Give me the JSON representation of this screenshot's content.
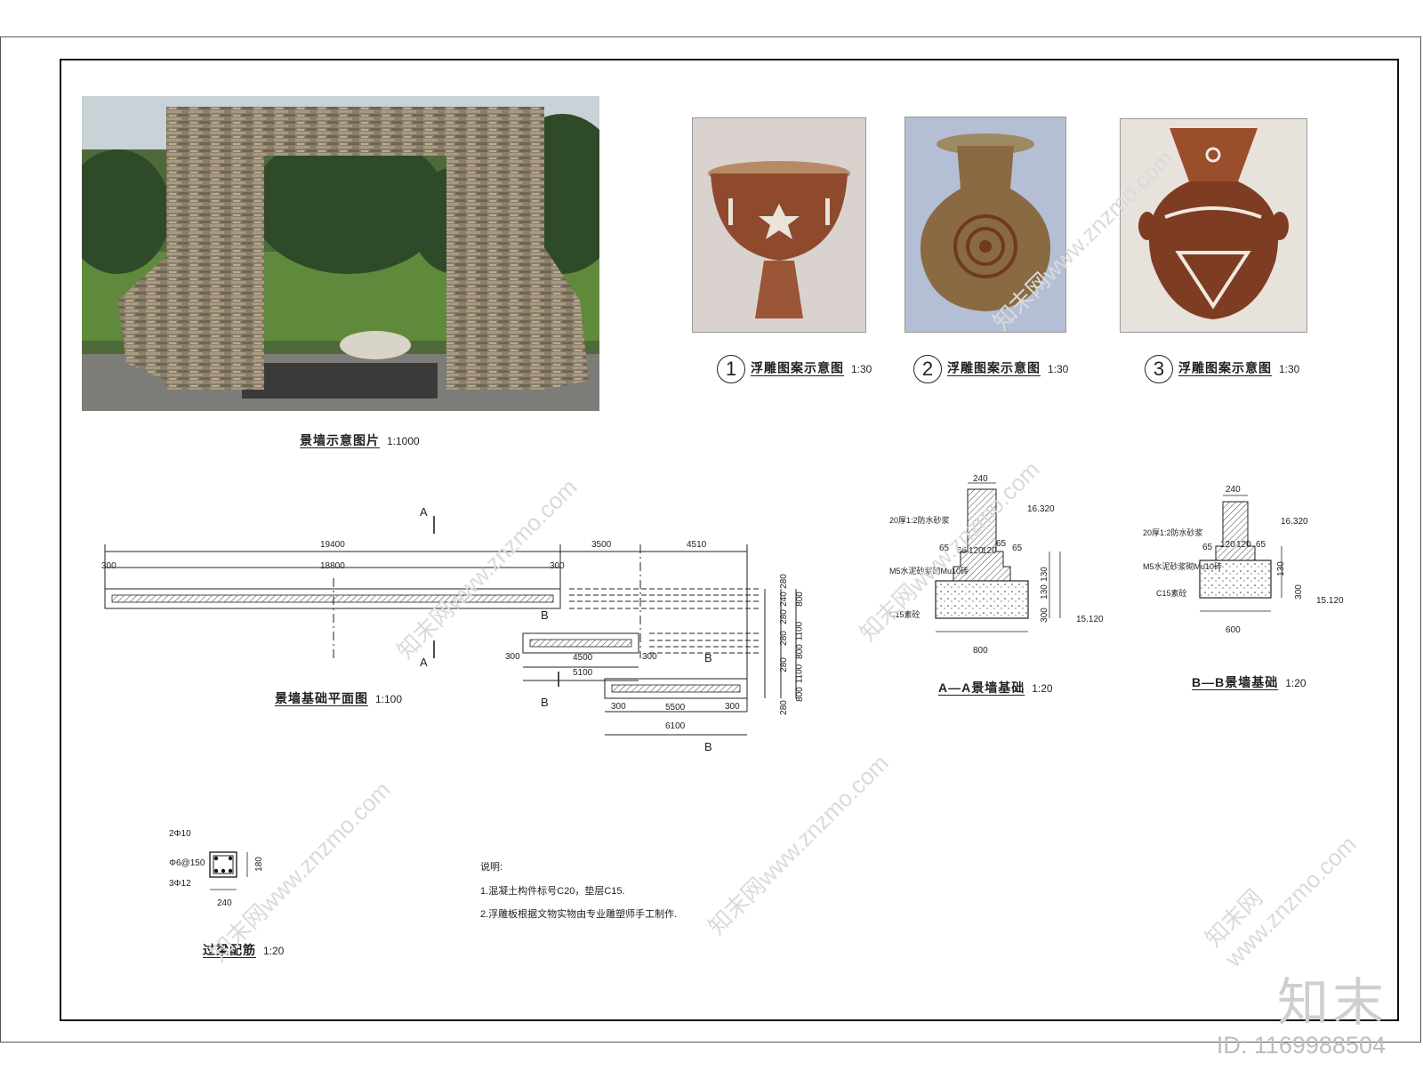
{
  "photos": {
    "wall_caption": "景墙示意图片",
    "wall_scale": "1:1000",
    "relief_items": [
      {
        "num": "1",
        "caption": "浮雕图案示意图",
        "scale": "1:30"
      },
      {
        "num": "2",
        "caption": "浮雕图案示意图",
        "scale": "1:30"
      },
      {
        "num": "3",
        "caption": "浮雕图案示意图",
        "scale": "1:30"
      }
    ]
  },
  "plan": {
    "title": "景墙基础平面图",
    "scale": "1:100",
    "section_labels": {
      "a": "A",
      "b": "B"
    },
    "top_dims": {
      "total": "19400",
      "middle": "18800",
      "left_end": "300",
      "right_end": "300",
      "span2": "3500",
      "span3": "4510"
    },
    "wall2_dims": {
      "left": "300",
      "middle": "4500",
      "right": "300",
      "total": "5100"
    },
    "wall3_dims": {
      "left": "300",
      "middle": "5500",
      "right": "300",
      "total": "6100"
    },
    "right_dims_a": [
      "280",
      "240",
      "280"
    ],
    "right_dims_b": [
      "800",
      "1100",
      "800",
      "1100",
      "800"
    ],
    "right_dims_c": [
      "280",
      "280",
      "240",
      "280",
      "280",
      "240",
      "280"
    ]
  },
  "section_aa": {
    "title": "A—A景墙基础",
    "scale": "1:20",
    "top_width": "240",
    "layer1": "20厚1:2防水砂浆",
    "layer2": "M5水泥砂浆砌Mu10砖",
    "layer3": "C15素砼",
    "elev_top": "16.320",
    "elev_bottom": "15.120",
    "step_dims": [
      "65",
      "65",
      "120",
      "120",
      "65",
      "65"
    ],
    "heights": [
      "130",
      "130",
      "300"
    ],
    "base_width": "800"
  },
  "section_bb": {
    "title": "B—B景墙基础",
    "scale": "1:20",
    "top_width": "240",
    "layer1": "20厚1:2防水砂浆",
    "layer2": "M5水泥砂浆砌Mu10砖",
    "layer3": "C15素砼",
    "elev_top": "16.320",
    "elev_bottom": "15.120",
    "step_dims": [
      "65",
      "120",
      "120",
      "65"
    ],
    "heights": [
      "130",
      "300"
    ],
    "base_width": "600"
  },
  "beam": {
    "title": "过梁配筋",
    "scale": "1:20",
    "top_bar": "2Φ10",
    "stirrup": "Φ6@150",
    "bottom_bar": "3Φ12",
    "height": "180",
    "width": "240"
  },
  "notes": {
    "heading": "说明:",
    "line1": "1.混凝土构件标号C20，垫层C15.",
    "line2": "2.浮雕板根据文物实物由专业雕塑师手工制作."
  },
  "watermark": {
    "logo": "知末",
    "id": "ID: 1169988504",
    "diagonal": "知末网www.znzmo.com"
  },
  "colors": {
    "line": "#222222",
    "hatch": "#555555",
    "watermark": "#c8c8c8"
  }
}
